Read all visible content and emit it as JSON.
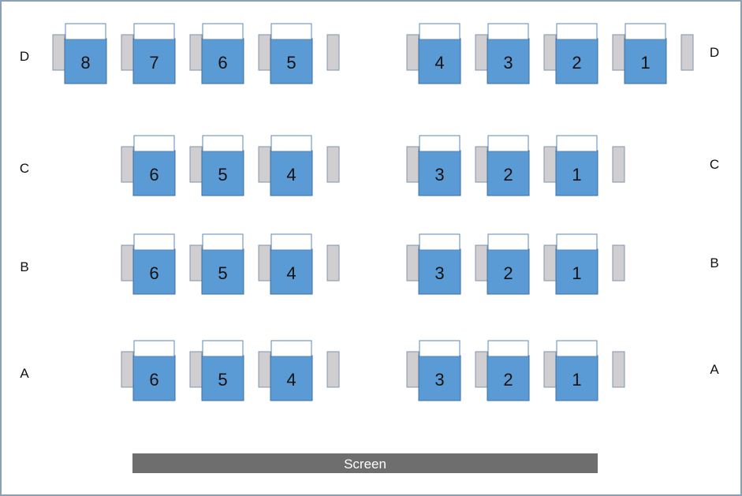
{
  "rows": [
    {
      "label": "D",
      "left": [
        "8",
        "7",
        "6",
        "5"
      ],
      "right": [
        "4",
        "3",
        "2",
        "1"
      ]
    },
    {
      "label": "C",
      "left": [
        "6",
        "5",
        "4"
      ],
      "right": [
        "3",
        "2",
        "1"
      ]
    },
    {
      "label": "B",
      "left": [
        "6",
        "5",
        "4"
      ],
      "right": [
        "3",
        "2",
        "1"
      ]
    },
    {
      "label": "A",
      "left": [
        "6",
        "5",
        "4"
      ],
      "right": [
        "3",
        "2",
        "1"
      ]
    }
  ],
  "screen": {
    "label": "Screen"
  },
  "colors": {
    "seat": "#5b9bd5",
    "armrest": "#d0ced0",
    "screen": "#6e6e6e",
    "frame": "#8aa0b4"
  }
}
